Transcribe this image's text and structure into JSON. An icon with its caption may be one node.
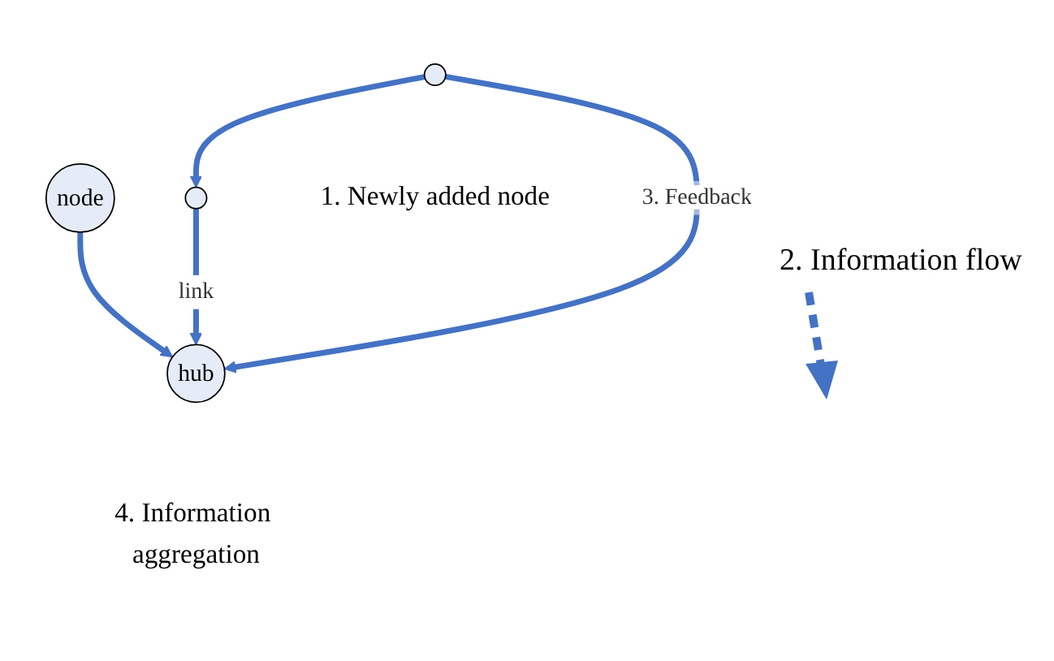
{
  "diagram": {
    "nodes": [
      {
        "text": [
          "node"
        ]
      },
      {
        "text": [],
        "shape": "circle"
      },
      {
        "text": [
          "hub"
        ],
        "beside": [
          "4. Information aggregation"
        ]
      },
      {
        "text": [],
        "shape": "circle",
        "beside": [
          "1. Newly added node"
        ]
      }
    ],
    "edges": [
      {
        "from": 0,
        "to": 2,
        "arrow": "to"
      },
      {
        "from": 1,
        "to": 2,
        "arrow": "to",
        "label": "link"
      },
      {
        "from": 3,
        "to": 1,
        "arrow": "to"
      },
      {
        "from": 3,
        "to": 2,
        "arrow": "to",
        "label": "3. Feedback"
      }
    ],
    "labels": [
      "2. Information flow"
    ]
  }
}
